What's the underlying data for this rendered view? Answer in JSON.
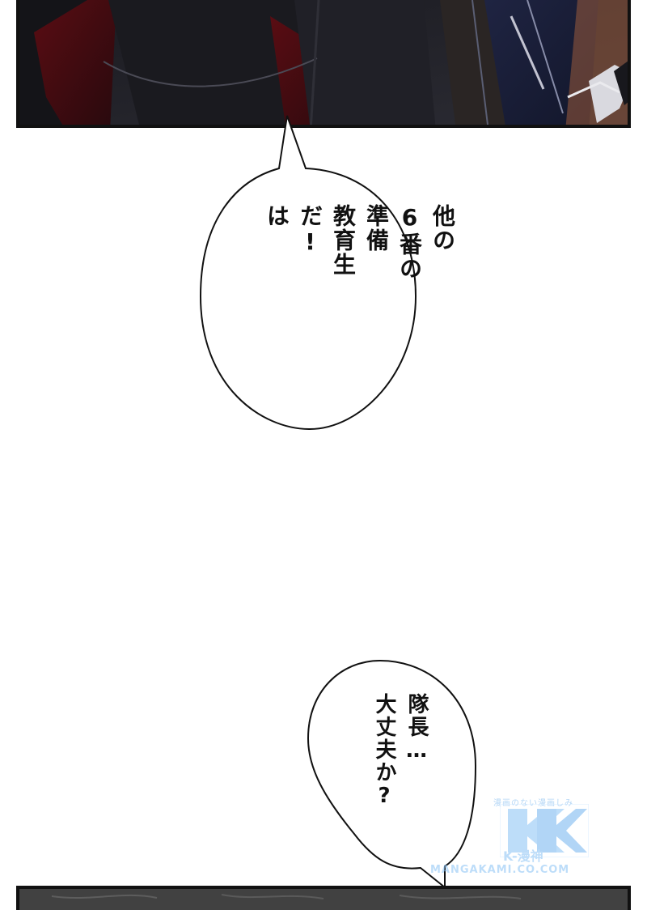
{
  "bubble_1": {
    "lines": [
      "他の",
      "6番の",
      "準備",
      "教育生",
      "だ!",
      "は"
    ]
  },
  "bubble_2": {
    "lines": [
      "隊長…",
      "大丈夫か?"
    ]
  },
  "watermark": {
    "top_text": "漫画のない漫画しみ",
    "brand": "K-漫神",
    "url": "MANGAKAMI.CO.COM"
  },
  "colors": {
    "panel_border": "#111111",
    "speech_text": "#111111",
    "watermark": "#8fc5f6"
  }
}
